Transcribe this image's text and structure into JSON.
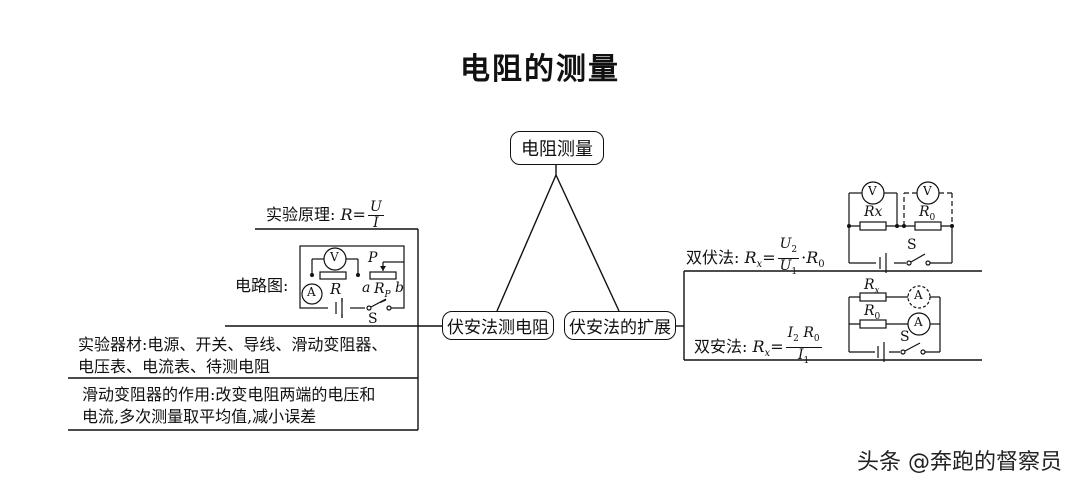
{
  "title": "电阻的测量",
  "root": "电阻测量",
  "left_branch": {
    "label": "伏安法测电阻",
    "principle_prefix": "实验原理:",
    "principle_formula": {
      "lhs": "R",
      "num": "U",
      "den": "I"
    },
    "circuit_label": "电路图:",
    "circuit_symbols": {
      "voltmeter": "V",
      "ammeter": "A",
      "resistor": "R",
      "pointer": "P",
      "rheostat": "R",
      "rheostat_sub": "P",
      "end_a": "a",
      "end_b": "b",
      "switch": "S"
    },
    "equipment": [
      "实验器材:电源、开关、导线、滑动变阻器、",
      "电压表、电流表、待测电阻"
    ],
    "rheostat_role": [
      "滑动变阻器的作用:改变电阻两端的电压和",
      "电流,多次测量取平均值,减小误差"
    ]
  },
  "right_branch": {
    "label": "伏安法的扩展",
    "double_voltmeter": {
      "prefix": "双伏法:",
      "formula": {
        "lhs": "R",
        "lhs_sub": "x",
        "num": "U",
        "num_sub": "2",
        "den": "U",
        "den_sub": "1",
        "tail": "R",
        "tail_sub": "0"
      },
      "symbols": {
        "v1": "V",
        "v2": "V",
        "rx": "Rx",
        "r0": "R",
        "r0_sub": "0",
        "switch": "S"
      }
    },
    "double_ammeter": {
      "prefix": "双安法:",
      "formula": {
        "lhs": "R",
        "lhs_sub": "x",
        "num_a": "I",
        "num_a_sub": "2",
        "num_b": "R",
        "num_b_sub": "0",
        "den": "I",
        "den_sub": "1"
      },
      "symbols": {
        "a1": "A",
        "a2": "A",
        "rx": "R",
        "rx_sub": "x",
        "r0": "R",
        "r0_sub": "0",
        "switch": "S"
      }
    }
  },
  "watermark": "头条 @奔跑的督察员"
}
